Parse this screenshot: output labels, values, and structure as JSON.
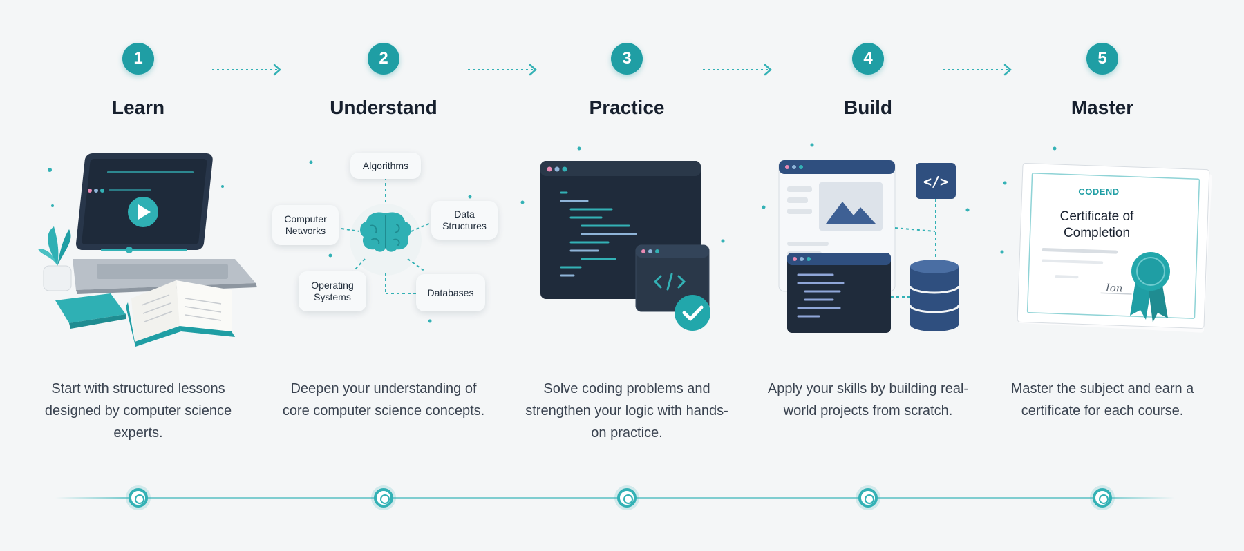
{
  "steps": [
    {
      "number": "1",
      "title": "Learn",
      "description": "Start with structured lessons designed by computer science experts."
    },
    {
      "number": "2",
      "title": "Understand",
      "description": "Deepen your understanding of core computer science concepts."
    },
    {
      "number": "3",
      "title": "Practice",
      "description": "Solve coding problems and strengthen your logic with hands-on practice."
    },
    {
      "number": "4",
      "title": "Build",
      "description": "Apply your skills by building real-world projects from scratch."
    },
    {
      "number": "5",
      "title": "Master",
      "description": "Master the subject and earn a certificate for each course."
    }
  ],
  "concept_nodes": {
    "algorithms": "Algorithms",
    "networks": "Computer Networks",
    "data_structures": "Data Structures",
    "operating_systems": "Operating Systems",
    "databases": "Databases"
  },
  "certificate": {
    "brand": "CODEND",
    "title": "Certificate of Completion",
    "signature": "Ion"
  },
  "code_tag": "</>",
  "colors": {
    "accent": "#1f9ea4",
    "dark_panel": "#1e2a3a",
    "navy": "#2f4f7f",
    "background": "#f4f6f7"
  }
}
